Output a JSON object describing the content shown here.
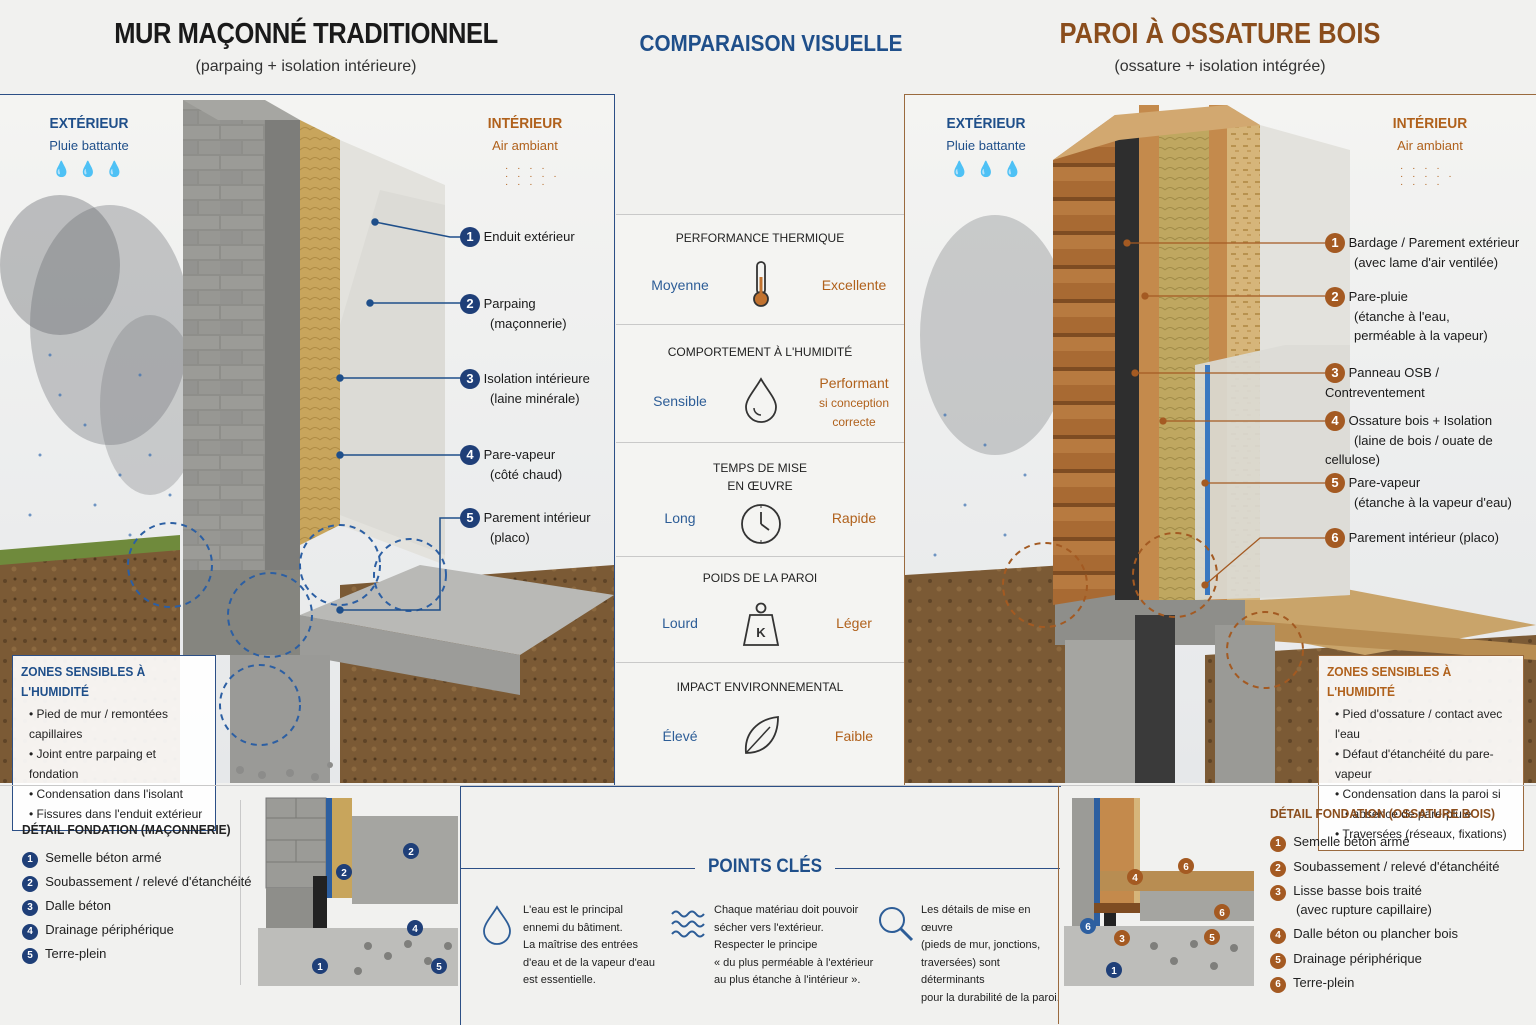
{
  "header": {
    "left_title": "MUR MAÇONNÉ TRADITIONNEL",
    "left_subtitle": "(parpaing + isolation intérieure)",
    "center_title": "COMPARAISON VISUELLE",
    "right_title": "PAROI À OSSATURE BOIS",
    "right_subtitle": "(ossature + isolation intégrée)"
  },
  "left_panel": {
    "exterior_label": "EXTÉRIEUR",
    "exterior_sub": "Pluie battante",
    "interior_label": "INTÉRIEUR",
    "interior_sub": "Air ambiant",
    "callouts": [
      {
        "num": "1",
        "line1": "Enduit extérieur",
        "line2": ""
      },
      {
        "num": "2",
        "line1": "Parpaing",
        "line2": "(maçonnerie)"
      },
      {
        "num": "3",
        "line1": "Isolation intérieure",
        "line2": "(laine minérale)"
      },
      {
        "num": "4",
        "line1": "Pare-vapeur",
        "line2": "(côté chaud)"
      },
      {
        "num": "5",
        "line1": "Parement intérieur",
        "line2": "(placo)"
      }
    ],
    "zones": {
      "title": "ZONES SENSIBLES À L'HUMIDITÉ",
      "items": [
        "Pied de mur / remontées capillaires",
        "Joint entre parpaing et fondation",
        "Condensation dans l'isolant",
        "Fissures dans l'enduit extérieur"
      ]
    }
  },
  "right_panel": {
    "exterior_label": "EXTÉRIEUR",
    "exterior_sub": "Pluie battante",
    "interior_label": "INTÉRIEUR",
    "interior_sub": "Air ambiant",
    "callouts": [
      {
        "num": "1",
        "line1": "Bardage / Parement extérieur",
        "line2": "(avec lame d'air ventilée)",
        "line3": ""
      },
      {
        "num": "2",
        "line1": "Pare-pluie",
        "line2": "(étanche à l'eau,",
        "line3": "perméable à la vapeur)"
      },
      {
        "num": "3",
        "line1": "Panneau OSB / Contreventement",
        "line2": "",
        "line3": ""
      },
      {
        "num": "4",
        "line1": "Ossature bois + Isolation",
        "line2": "(laine de bois / ouate de cellulose)",
        "line3": ""
      },
      {
        "num": "5",
        "line1": "Pare-vapeur",
        "line2": "(étanche à la vapeur d'eau)",
        "line3": ""
      },
      {
        "num": "6",
        "line1": "Parement intérieur (placo)",
        "line2": "",
        "line3": ""
      }
    ],
    "zones": {
      "title": "ZONES SENSIBLES À L'HUMIDITÉ",
      "items": [
        "Pied d'ossature / contact avec l'eau",
        "Défaut d'étanchéité du pare-vapeur",
        "Condensation dans la paroi si",
        "absence de pare-pluie",
        "Traversées (réseaux, fixations)"
      ]
    }
  },
  "comparison": [
    {
      "heading": "PERFORMANCE THERMIQUE",
      "heading2": "",
      "left": "Moyenne",
      "right": [
        "Excellente"
      ],
      "icon": "thermometer-icon"
    },
    {
      "heading": "COMPORTEMENT À L'HUMIDITÉ",
      "heading2": "",
      "left": "Sensible",
      "right": [
        "Performant",
        "si conception",
        "correcte"
      ],
      "icon": "water-drop-icon"
    },
    {
      "heading": "TEMPS DE MISE",
      "heading2": "EN ŒUVRE",
      "left": "Long",
      "right": [
        "Rapide"
      ],
      "icon": "clock-icon"
    },
    {
      "heading": "POIDS DE LA PAROI",
      "heading2": "",
      "left": "Lourd",
      "right": [
        "Léger"
      ],
      "icon": "weight-icon"
    },
    {
      "heading": "IMPACT ENVIRONNEMENTAL",
      "heading2": "",
      "left": "Élevé",
      "right": [
        "Faible"
      ],
      "icon": "leaf-icon"
    }
  ],
  "weight_icon_letter": "K",
  "bottom_left": {
    "title": "DÉTAIL FONDATION (MAÇONNERIE)",
    "items": [
      {
        "num": "1",
        "text": "Semelle béton armé"
      },
      {
        "num": "2",
        "text": "Soubassement / relevé d'étanchéité"
      },
      {
        "num": "3",
        "text": "Dalle béton"
      },
      {
        "num": "4",
        "text": "Drainage périphérique"
      },
      {
        "num": "5",
        "text": "Terre-plein"
      }
    ]
  },
  "key_points": {
    "title": "POINTS CLÉS",
    "items": [
      {
        "icon": "water-drop-icon",
        "lines": [
          "L'eau est le principal",
          "ennemi du bâtiment.",
          "La maîtrise des entrées",
          "d'eau et de la vapeur d'eau",
          "est essentielle."
        ]
      },
      {
        "icon": "waves-icon",
        "lines": [
          "Chaque matériau doit pouvoir",
          "sécher vers l'extérieur.",
          "Respecter le principe",
          "« du plus perméable à l'extérieur",
          "au plus étanche à l'intérieur »."
        ]
      },
      {
        "icon": "magnifier-icon",
        "lines": [
          "Les détails de mise en œuvre",
          "(pieds de mur, jonctions,",
          "traversées) sont déterminants",
          "pour la durabilité de la paroi."
        ]
      }
    ]
  },
  "bottom_right": {
    "title": "DÉTAIL FONDATION (OSSATURE BOIS)",
    "items": [
      {
        "num": "1",
        "text": "Semelle béton armé",
        "text2": ""
      },
      {
        "num": "2",
        "text": "Soubassement / relevé d'étanchéité",
        "text2": ""
      },
      {
        "num": "3",
        "text": "Lisse basse bois traité",
        "text2": "(avec rupture capillaire)"
      },
      {
        "num": "4",
        "text": "Dalle béton ou plancher bois",
        "text2": ""
      },
      {
        "num": "5",
        "text": "Drainage périphérique",
        "text2": ""
      },
      {
        "num": "6",
        "text": "Terre-plein",
        "text2": ""
      }
    ]
  },
  "colors": {
    "blue": "#1f4f8a",
    "brown": "#a45a22",
    "concrete": "#9a9a96",
    "wood": "#b5793c",
    "insulation": "#c9aa5f",
    "soil": "#7a5a34"
  }
}
